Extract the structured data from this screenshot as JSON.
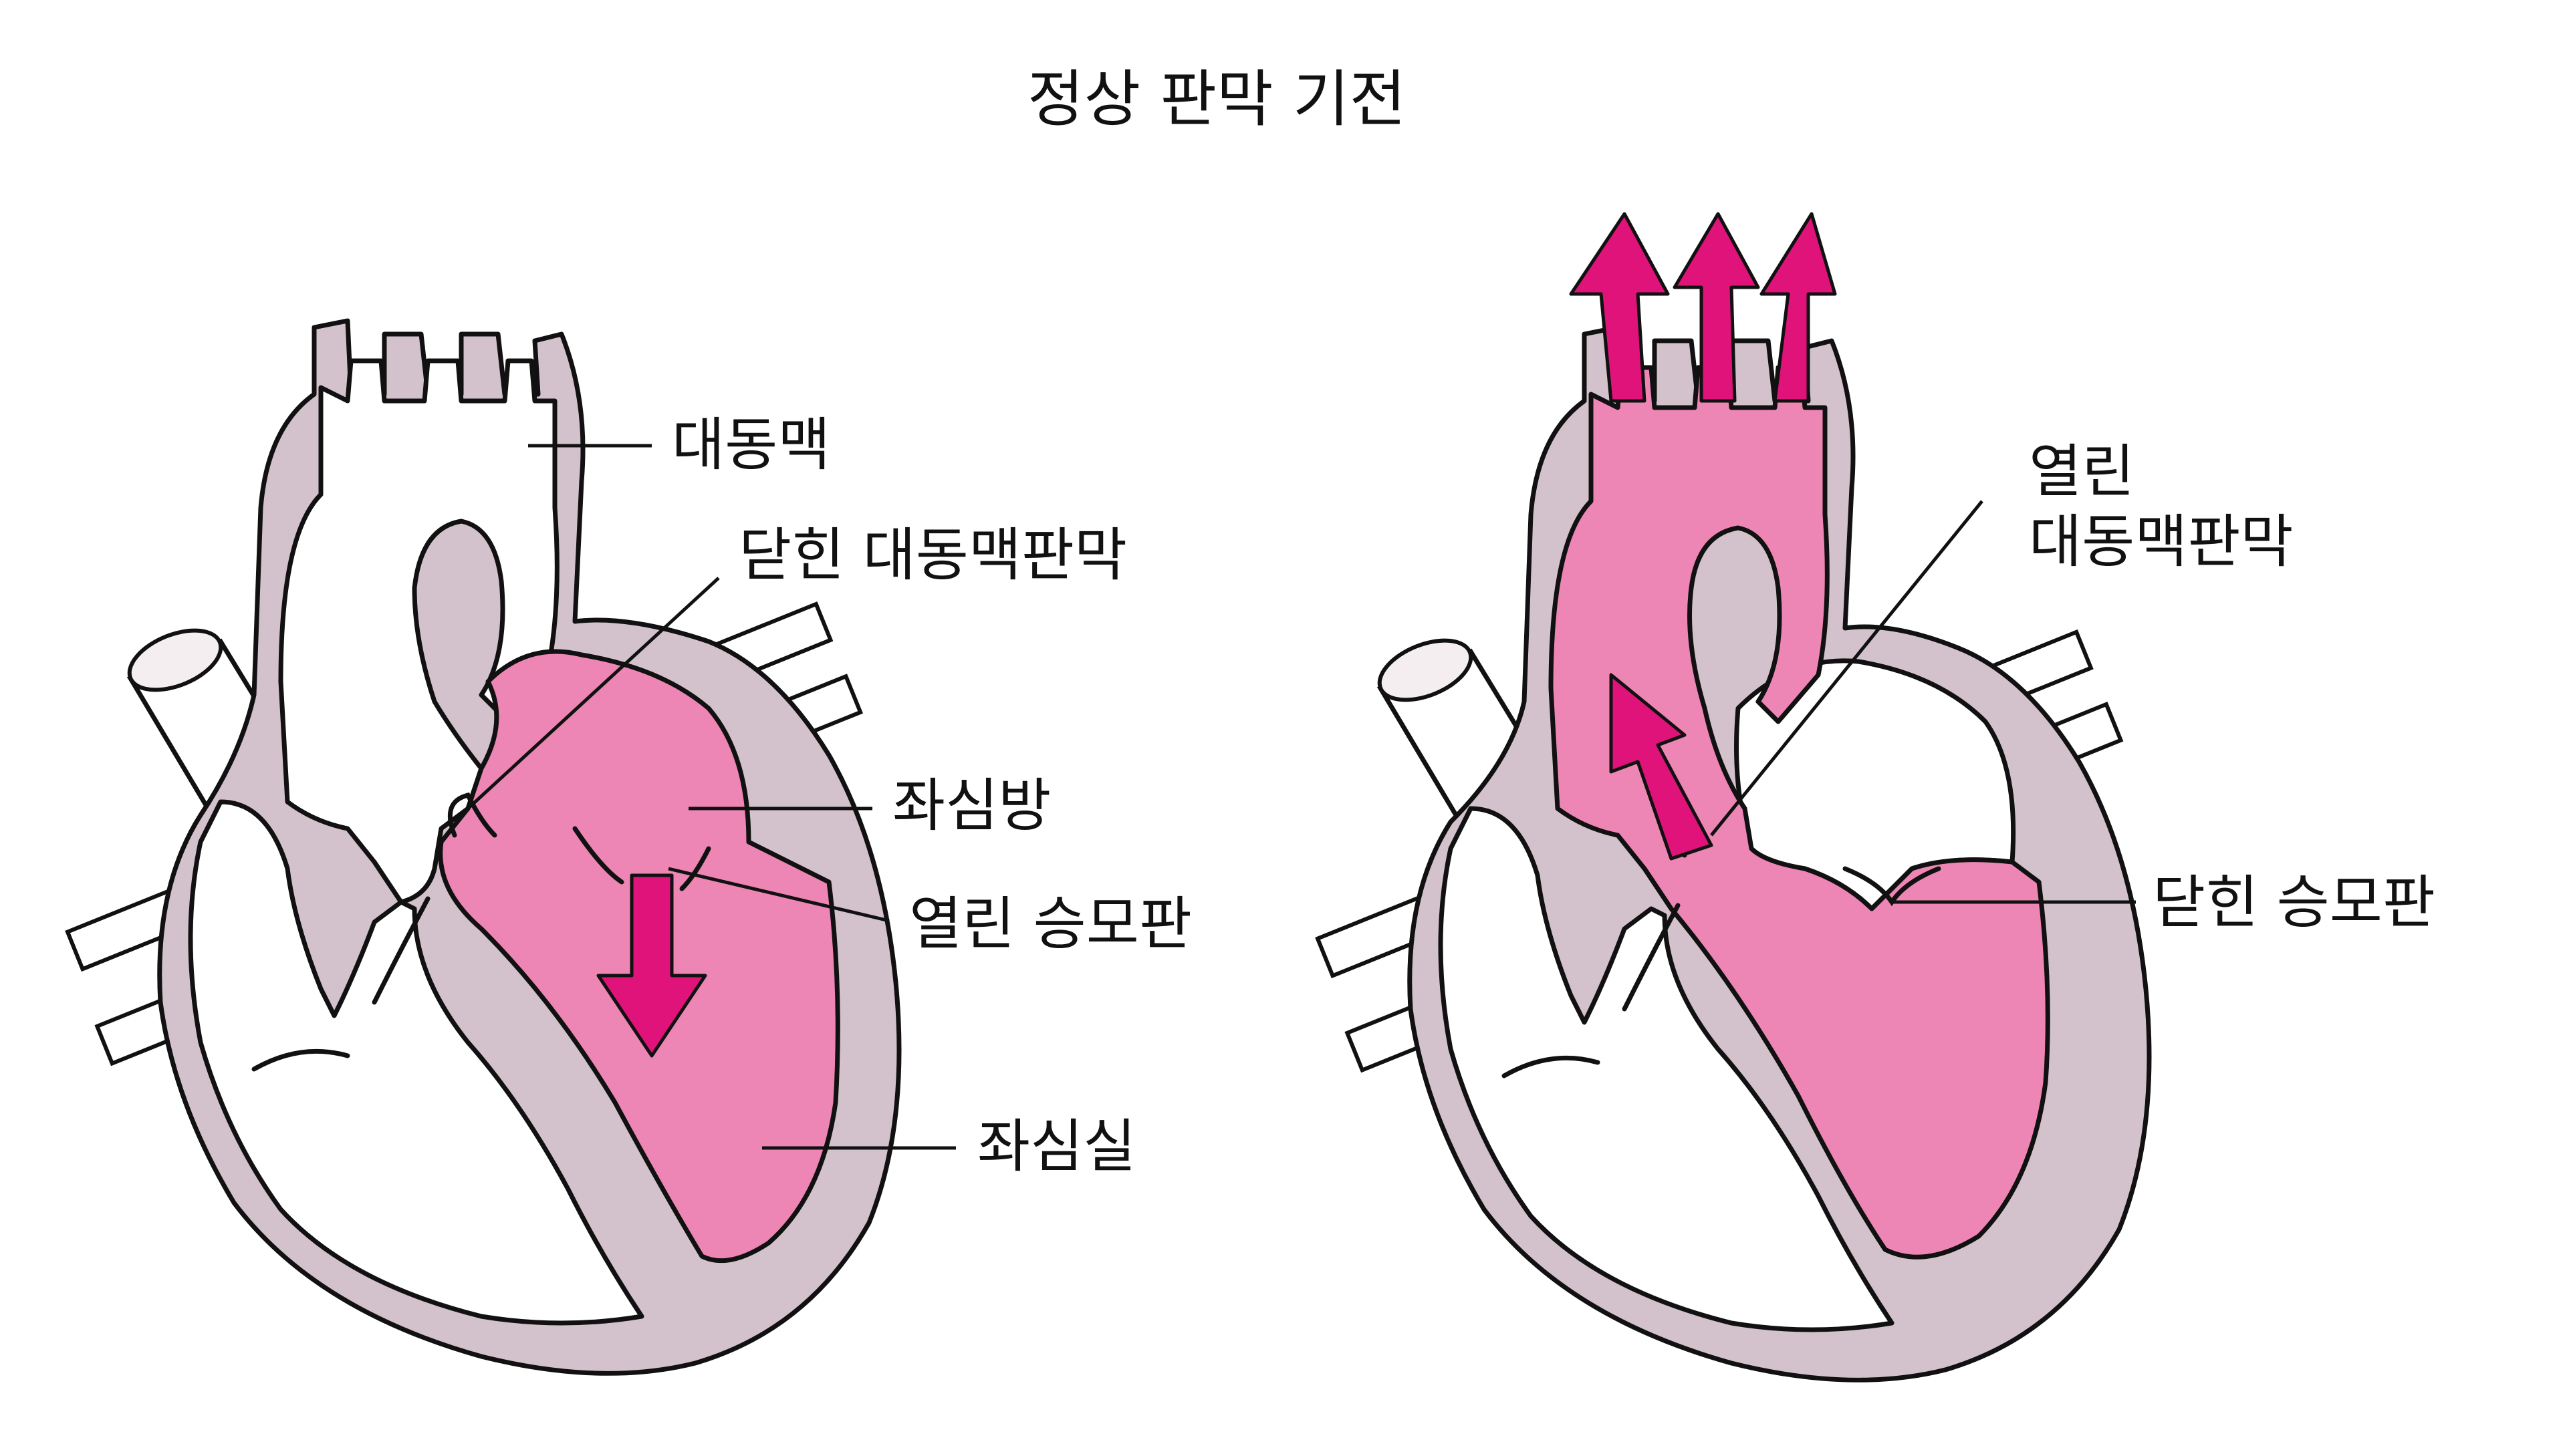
{
  "title": "정상 판막 기전",
  "left_heart": {
    "labels": {
      "aorta": "대동맥",
      "closed_aortic_valve": "닫힌 대동맥판막",
      "left_atrium": "좌심방",
      "open_mitral_valve": "열린 승모판",
      "left_ventricle": "좌심실"
    }
  },
  "right_heart": {
    "labels": {
      "open_aortic_valve_line1": "열린",
      "open_aortic_valve_line2": "대동맥판막",
      "closed_mitral_valve": "닫힌 승모판"
    }
  },
  "colors": {
    "blood": "#ee86b5",
    "flow_arrow": "#e0137a",
    "muscle_wall": "#d3c2cc",
    "outline": "#111111"
  }
}
